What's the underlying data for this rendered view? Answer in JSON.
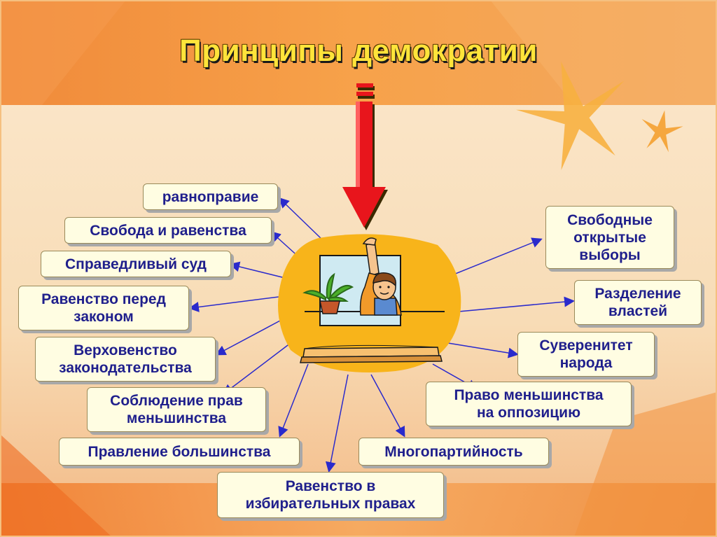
{
  "title": "Принципы демократии",
  "colors": {
    "title": "#ffe43a",
    "box_text": "#1f1f8c",
    "box_bg": "#fffde2",
    "arrow": "#e8151c",
    "connector": "#2a2acc"
  },
  "center_icon": "student-raising-hand",
  "principles": [
    "равноправие",
    "Свобода и равенства",
    "Справедливый суд",
    "Равенство перед\nзаконом",
    "Верховенство\nзаконодательства",
    "Соблюдение прав\nменьшинства",
    "Правление большинства",
    "Равенство в\nизбирательных правах",
    "Многопартийность",
    "Право меньшинства\nна оппозицию",
    "Суверенитет\nнарода",
    "Разделение\nвластей",
    "Свободные\nоткрытые\nвыборы"
  ]
}
